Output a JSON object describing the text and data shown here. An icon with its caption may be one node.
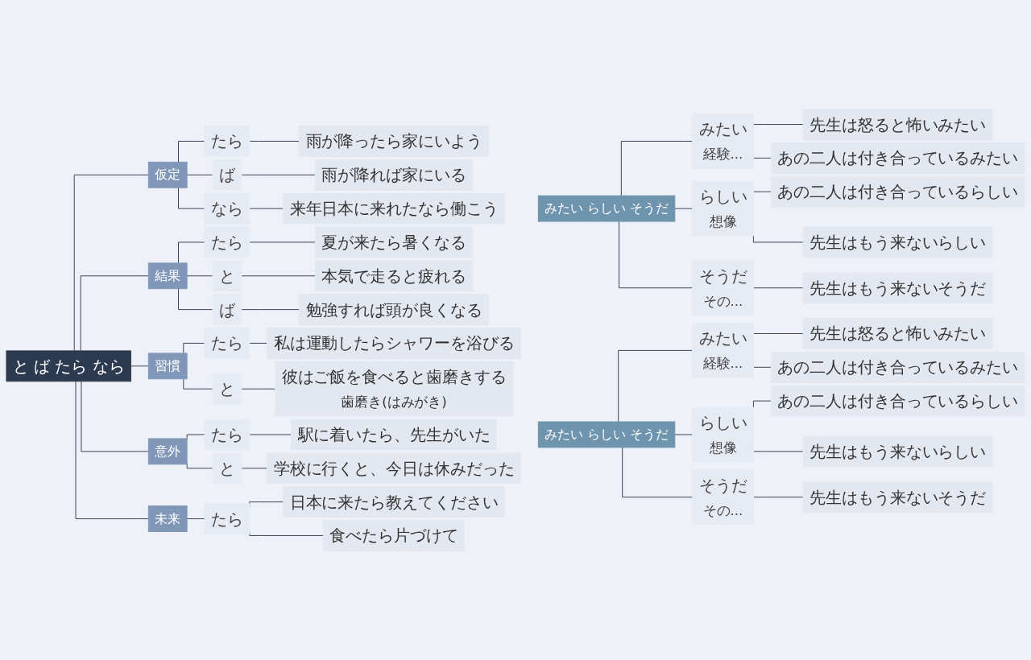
{
  "diagram": {
    "nodes": [
      {
        "text": [
          "と ば たら なら"
        ]
      },
      {
        "text": [
          "仮定"
        ]
      },
      {
        "text": [
          "たら"
        ]
      },
      {
        "text": [
          "雨が降ったら家にいよう"
        ]
      },
      {
        "text": [
          "ば"
        ]
      },
      {
        "text": [
          "雨が降れば家にいる"
        ]
      },
      {
        "text": [
          "なら"
        ]
      },
      {
        "text": [
          "来年日本に来れたなら働こう"
        ]
      },
      {
        "text": [
          "結果"
        ]
      },
      {
        "text": [
          "たら"
        ]
      },
      {
        "text": [
          "夏が来たら暑くなる"
        ]
      },
      {
        "text": [
          "と"
        ]
      },
      {
        "text": [
          "本気で走ると疲れる"
        ]
      },
      {
        "text": [
          "ば"
        ]
      },
      {
        "text": [
          "勉強すれば頭が良くなる"
        ]
      },
      {
        "text": [
          "習慣"
        ]
      },
      {
        "text": [
          "たら"
        ]
      },
      {
        "text": [
          "私は運動したらシャワーを浴びる"
        ]
      },
      {
        "text": [
          "と"
        ]
      },
      {
        "text": [
          "彼はご飯を食べると歯磨きする",
          "歯磨き(はみがき)"
        ]
      },
      {
        "text": [
          "意外"
        ]
      },
      {
        "text": [
          "たら"
        ]
      },
      {
        "text": [
          "駅に着いたら、先生がいた"
        ]
      },
      {
        "text": [
          "と"
        ]
      },
      {
        "text": [
          "学校に行くと、今日は休みだった"
        ]
      },
      {
        "text": [
          "未来"
        ]
      },
      {
        "text": [
          "たら"
        ]
      },
      {
        "text": [
          "日本に来たら教えてください"
        ]
      },
      {
        "text": [
          "食べたら片づけて"
        ]
      },
      {
        "text": [
          "みたい らしい そうだ"
        ]
      },
      {
        "text": [
          "みたい",
          "経験..."
        ]
      },
      {
        "text": [
          "先生は怒ると怖いみたい"
        ]
      },
      {
        "text": [
          "あの二人は付き合っているみたい"
        ]
      },
      {
        "text": [
          "らしい",
          "想像"
        ]
      },
      {
        "text": [
          "あの二人は付き合っているらしい"
        ]
      },
      {
        "text": [
          "先生はもう来ないらしい"
        ]
      },
      {
        "text": [
          "そうだ",
          "その..."
        ]
      },
      {
        "text": [
          "先生はもう来ないそうだ"
        ]
      },
      {
        "text": [
          "みたい らしい そうだ"
        ]
      },
      {
        "text": [
          "みたい",
          "経験..."
        ]
      },
      {
        "text": [
          "先生は怒ると怖いみたい"
        ]
      },
      {
        "text": [
          "あの二人は付き合っているみたい"
        ]
      },
      {
        "text": [
          "らしい",
          "想像"
        ]
      },
      {
        "text": [
          "あの二人は付き合っているらしい"
        ]
      },
      {
        "text": [
          "先生はもう来ないらしい"
        ]
      },
      {
        "text": [
          "そうだ",
          "その..."
        ]
      },
      {
        "text": [
          "先生はもう来ないそうだ"
        ]
      }
    ],
    "edges": [
      {
        "from": 0,
        "to": 1,
        "arrow": "none"
      },
      {
        "from": 1,
        "to": 2,
        "arrow": "none"
      },
      {
        "from": 2,
        "to": 3,
        "arrow": "none"
      },
      {
        "from": 1,
        "to": 4,
        "arrow": "none"
      },
      {
        "from": 4,
        "to": 5,
        "arrow": "none"
      },
      {
        "from": 1,
        "to": 6,
        "arrow": "none"
      },
      {
        "from": 6,
        "to": 7,
        "arrow": "none"
      },
      {
        "from": 0,
        "to": 8,
        "arrow": "none"
      },
      {
        "from": 8,
        "to": 9,
        "arrow": "none"
      },
      {
        "from": 9,
        "to": 10,
        "arrow": "none"
      },
      {
        "from": 8,
        "to": 11,
        "arrow": "none"
      },
      {
        "from": 11,
        "to": 12,
        "arrow": "none"
      },
      {
        "from": 8,
        "to": 13,
        "arrow": "none"
      },
      {
        "from": 13,
        "to": 14,
        "arrow": "none"
      },
      {
        "from": 0,
        "to": 15,
        "arrow": "none"
      },
      {
        "from": 15,
        "to": 16,
        "arrow": "none"
      },
      {
        "from": 16,
        "to": 17,
        "arrow": "none"
      },
      {
        "from": 15,
        "to": 18,
        "arrow": "none"
      },
      {
        "from": 18,
        "to": 19,
        "arrow": "none"
      },
      {
        "from": 0,
        "to": 20,
        "arrow": "none"
      },
      {
        "from": 20,
        "to": 21,
        "arrow": "none"
      },
      {
        "from": 21,
        "to": 22,
        "arrow": "none"
      },
      {
        "from": 20,
        "to": 23,
        "arrow": "none"
      },
      {
        "from": 23,
        "to": 24,
        "arrow": "none"
      },
      {
        "from": 0,
        "to": 25,
        "arrow": "none"
      },
      {
        "from": 25,
        "to": 26,
        "arrow": "none"
      },
      {
        "from": 26,
        "to": 27,
        "arrow": "none"
      },
      {
        "from": 26,
        "to": 28,
        "arrow": "none"
      },
      {
        "from": 29,
        "to": 30,
        "arrow": "none"
      },
      {
        "from": 30,
        "to": 31,
        "arrow": "none"
      },
      {
        "from": 30,
        "to": 32,
        "arrow": "none"
      },
      {
        "from": 29,
        "to": 33,
        "arrow": "none"
      },
      {
        "from": 33,
        "to": 34,
        "arrow": "none"
      },
      {
        "from": 33,
        "to": 35,
        "arrow": "none"
      },
      {
        "from": 29,
        "to": 36,
        "arrow": "none"
      },
      {
        "from": 36,
        "to": 37,
        "arrow": "none"
      },
      {
        "from": 38,
        "to": 39,
        "arrow": "none"
      },
      {
        "from": 39,
        "to": 40,
        "arrow": "none"
      },
      {
        "from": 39,
        "to": 41,
        "arrow": "none"
      },
      {
        "from": 38,
        "to": 42,
        "arrow": "none"
      },
      {
        "from": 42,
        "to": 43,
        "arrow": "none"
      },
      {
        "from": 42,
        "to": 44,
        "arrow": "none"
      },
      {
        "from": 38,
        "to": 45,
        "arrow": "none"
      },
      {
        "from": 45,
        "to": 46,
        "arrow": "none"
      }
    ]
  }
}
